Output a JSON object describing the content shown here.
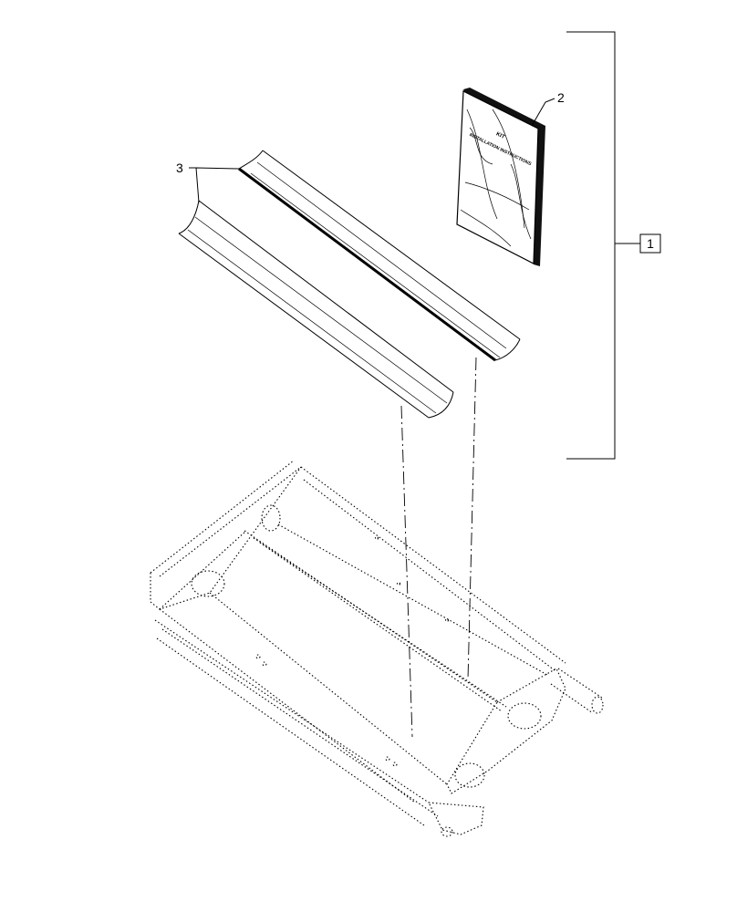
{
  "callouts": {
    "kit": "1",
    "manual": "2",
    "covers": "3"
  },
  "manual": {
    "title_line1": "KIT",
    "title_line2": "INSTALLATION INSTRUCTIONS"
  }
}
